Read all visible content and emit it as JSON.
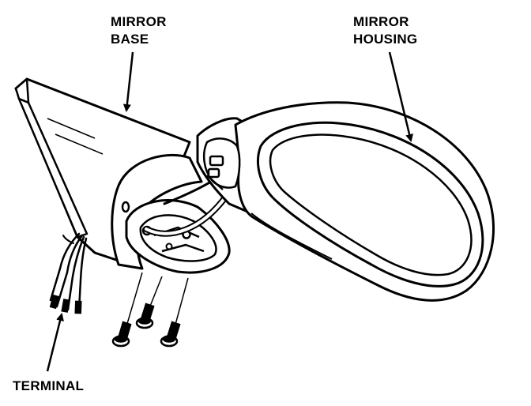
{
  "labels": {
    "mirror_base_line1": "MIRROR",
    "mirror_base_line2": "BASE",
    "mirror_housing_line1": "MIRROR",
    "mirror_housing_line2": "HOUSING",
    "terminal": "TERMINAL"
  },
  "colors": {
    "ink": "#000000",
    "paper": "#ffffff"
  }
}
